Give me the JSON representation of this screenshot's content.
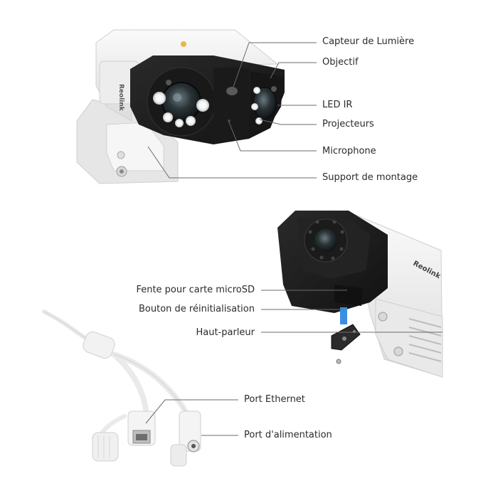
{
  "brand": {
    "wordmark": "Reolink"
  },
  "colors": {
    "background": "#ffffff",
    "text": "#2b2b2b",
    "leader_line": "#6b6b6b",
    "camera_body": "#f2f2f2",
    "camera_face": "#1f1f1f",
    "sd_card": "#3a8fe0"
  },
  "top_camera": {
    "labels": {
      "light_sensor": "Capteur de Lumière",
      "lens": "Objectif",
      "ir_led": "LED IR",
      "spotlights": "Projecteurs",
      "microphone": "Microphone",
      "mount": "Support de montage"
    }
  },
  "bottom_camera": {
    "labels": {
      "microsd_slot": "Fente pour carte microSD",
      "reset_button": "Bouton de réinitialisation",
      "speaker": "Haut-parleur"
    }
  },
  "cables": {
    "labels": {
      "ethernet_port": "Port Ethernet",
      "power_port": "Port d'alimentation"
    }
  }
}
